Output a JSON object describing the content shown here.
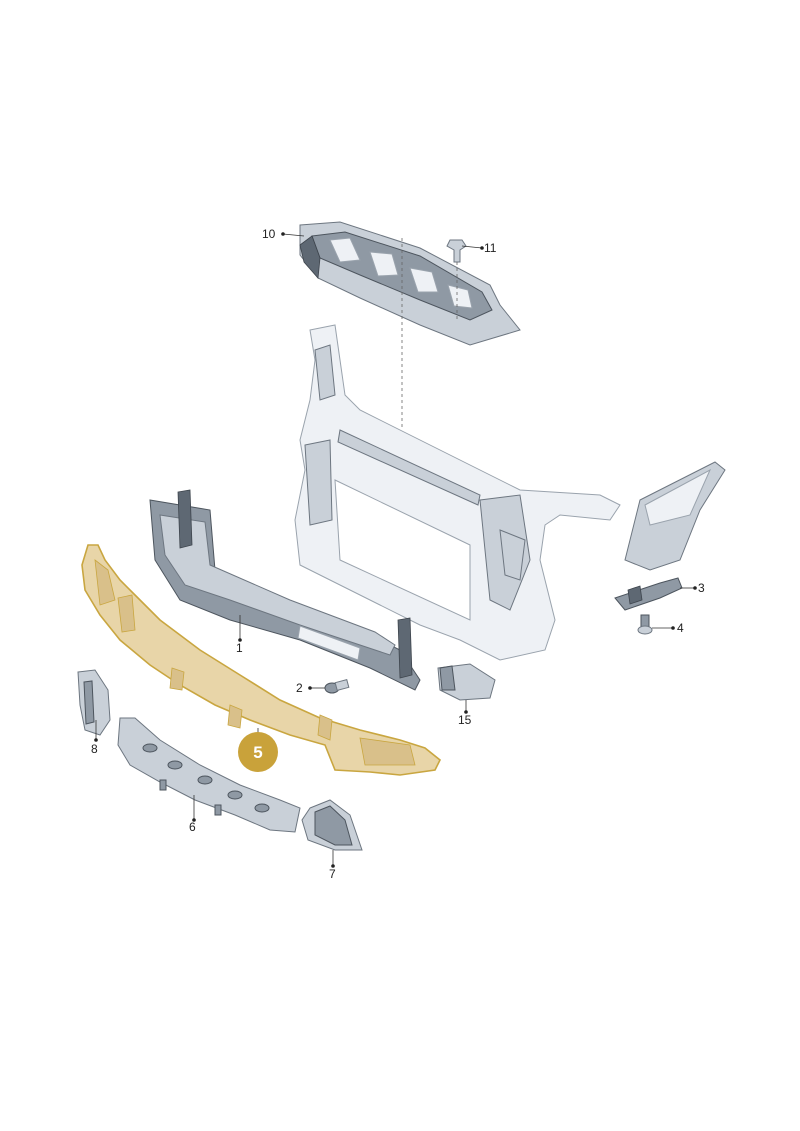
{
  "callouts": {
    "p1": "1",
    "p2": "2",
    "p3": "3",
    "p4": "4",
    "p5": "5",
    "p6": "6",
    "p7": "7",
    "p8": "8",
    "p10": "10",
    "p11": "11",
    "p15": "15"
  },
  "colors": {
    "highlight_fill": "#e8d5a8",
    "highlight_stroke": "#c9a640",
    "badge": "#c9a23a"
  }
}
